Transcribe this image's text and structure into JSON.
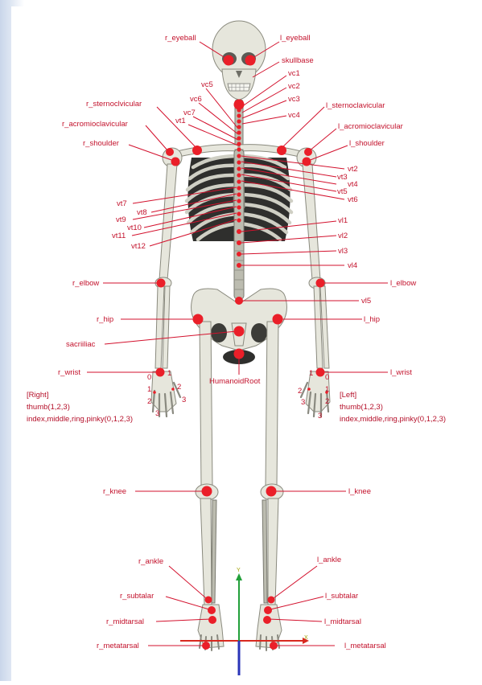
{
  "labels": {
    "r_eyeball": "r_eyeball",
    "l_eyeball": "l_eyeball",
    "skullbase": "skullbase",
    "vc1": "vc1",
    "vc2": "vc2",
    "vc3": "vc3",
    "vc4": "vc4",
    "vc5": "vc5",
    "vc6": "vc6",
    "vc7": "vc7",
    "vt1": "vt1",
    "vt2": "vt2",
    "vt3": "vt3",
    "vt4": "vt4",
    "vt5": "vt5",
    "vt6": "vt6",
    "vt7": "vt7",
    "vt8": "vt8",
    "vt9": "vt9",
    "vt10": "vt10",
    "vt11": "vt11",
    "vt12": "vt12",
    "vl1": "vl1",
    "vl2": "vl2",
    "vl3": "vl3",
    "vl4": "vl4",
    "vl5": "vl5",
    "r_sternoclavicular": "r_sternoclvicular",
    "l_sternoclavicular": "l_sternoclavicular",
    "r_acromioclavicular": "r_acromioclavicular",
    "l_acromioclavicular": "l_acromioclavicular",
    "r_shoulder": "r_shoulder",
    "l_shoulder": "l_shoulder",
    "r_elbow": "r_elbow",
    "l_elbow": "l_elbow",
    "r_hip": "r_hip",
    "l_hip": "l_hip",
    "sacroiliac": "sacriiliac",
    "humanoid_root": "HumanoidRoot",
    "r_wrist": "r_wrist",
    "l_wrist": "l_wrist",
    "r_knee": "r_knee",
    "l_knee": "l_knee",
    "r_ankle": "r_ankle",
    "l_ankle": "l_ankle",
    "r_subtalar": "r_subtalar",
    "l_subtalar": "l_subtalar",
    "r_midtarsal": "r_midtarsal",
    "l_midtarsal": "l_midtarsal",
    "r_metatarsal": "r_metatarsal",
    "l_metatarsal": "l_metatarsal"
  },
  "hand_notes": {
    "right": {
      "title": "[Right]",
      "thumb": "thumb(1,2,3)",
      "fingers": "index,middle,ring,pinky(0,1,2,3)"
    },
    "left": {
      "title": "[Left]",
      "thumb": "thumb(1,2,3)",
      "fingers": "index,middle,ring,pinky(0,1,2,3)"
    }
  },
  "finger_digits": {
    "right_a": [
      "0",
      "1",
      "2",
      "3"
    ],
    "right_b": [
      "1",
      "2",
      "3"
    ],
    "left_a": [
      "0",
      "1",
      "2",
      "3"
    ],
    "left_b": [
      "1",
      "2",
      "3"
    ]
  },
  "axes": {
    "y": "Y",
    "x": "X"
  },
  "colors": {
    "joint": "#ea1f29",
    "label": "#c3122c",
    "bone": "#e6e6dc",
    "axis_y": "#22a03a",
    "axis_x": "#d8281f",
    "axis_z": "#2a34b8",
    "page_gradient": "#c9d6ea"
  }
}
